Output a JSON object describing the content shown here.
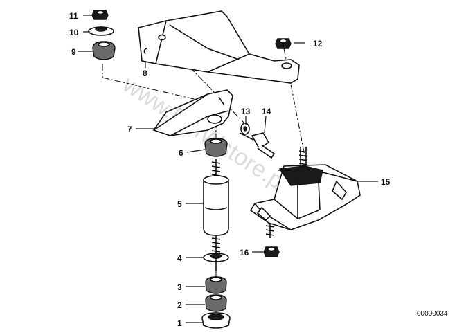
{
  "diagram": {
    "callouts": [
      {
        "id": "1",
        "text": "1"
      },
      {
        "id": "2",
        "text": "2"
      },
      {
        "id": "3",
        "text": "3"
      },
      {
        "id": "4",
        "text": "4"
      },
      {
        "id": "5",
        "text": "5"
      },
      {
        "id": "6",
        "text": "6"
      },
      {
        "id": "7",
        "text": "7"
      },
      {
        "id": "8",
        "text": "8"
      },
      {
        "id": "9",
        "text": "9"
      },
      {
        "id": "10",
        "text": "10"
      },
      {
        "id": "11",
        "text": "11"
      },
      {
        "id": "12",
        "text": "12"
      },
      {
        "id": "13",
        "text": "13"
      },
      {
        "id": "14",
        "text": "14"
      },
      {
        "id": "15",
        "text": "15"
      },
      {
        "id": "16",
        "text": "16"
      }
    ],
    "document_number": "00000034",
    "watermark": "www.BMWstore.pl"
  }
}
